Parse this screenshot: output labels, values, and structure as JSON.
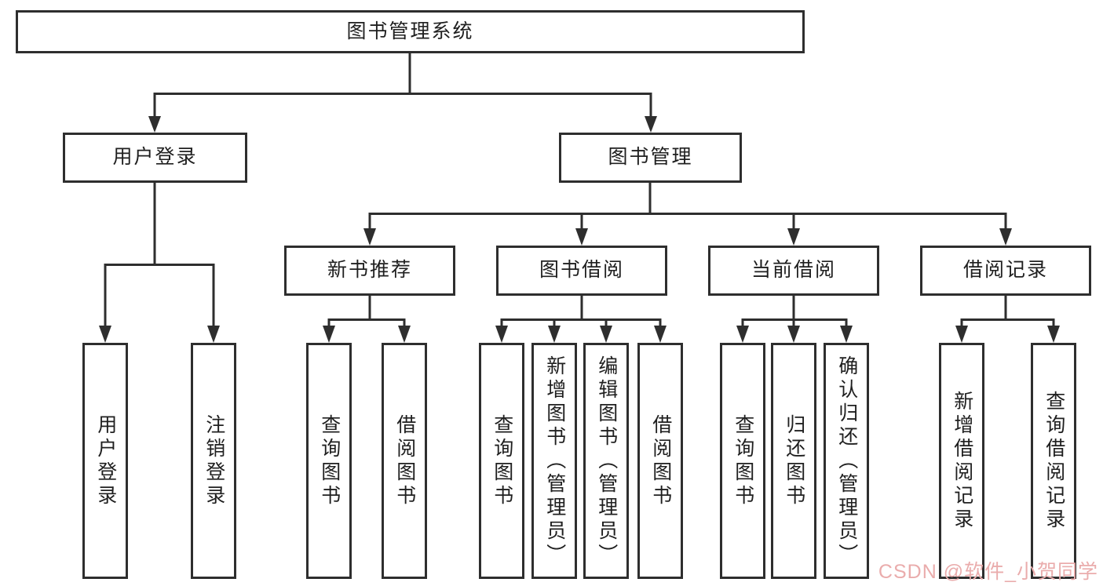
{
  "tree": {
    "root": {
      "label": "图书管理系统"
    },
    "branches": [
      {
        "label": "用户登录",
        "children": [
          {
            "label": "用户登录"
          },
          {
            "label": "注销登录"
          }
        ]
      },
      {
        "label": "图书管理",
        "children": [
          {
            "label": "新书推荐",
            "children": [
              {
                "label": "查询图书"
              },
              {
                "label": "借阅图书"
              }
            ]
          },
          {
            "label": "图书借阅",
            "children": [
              {
                "label": "查询图书"
              },
              {
                "label": "新增图书（管理员）"
              },
              {
                "label": "编辑图书（管理员）"
              },
              {
                "label": "借阅图书"
              }
            ]
          },
          {
            "label": "当前借阅",
            "children": [
              {
                "label": "查询图书"
              },
              {
                "label": "归还图书"
              },
              {
                "label": "确认归还（管理员）"
              }
            ]
          },
          {
            "label": "借阅记录",
            "children": [
              {
                "label": "新增借阅记录"
              },
              {
                "label": "查询借阅记录"
              }
            ]
          }
        ]
      }
    ]
  },
  "watermark": {
    "text": "CSDN @软件_小贺同学"
  },
  "colors": {
    "line": "#2e2e2e",
    "text": "#1f1f1f",
    "background": "#ffffff",
    "box_fill": "#ffffff",
    "watermark": "#eaacac"
  }
}
